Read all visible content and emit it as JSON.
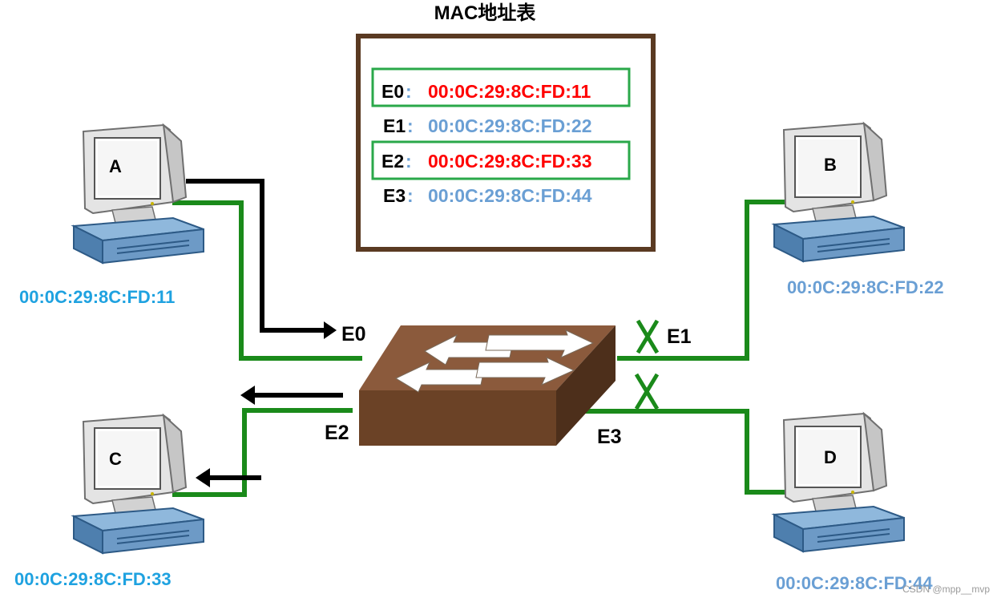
{
  "mac_table": {
    "title": "MAC地址表",
    "rows": [
      {
        "port": "E0",
        "mac": "00:0C:29:8C:FD:11",
        "highlighted": true
      },
      {
        "port": "E1",
        "mac": "00:0C:29:8C:FD:22",
        "highlighted": false
      },
      {
        "port": "E2",
        "mac": "00:0C:29:8C:FD:33",
        "highlighted": true
      },
      {
        "port": "E3",
        "mac": "00:0C:29:8C:FD:44",
        "highlighted": false
      }
    ]
  },
  "hosts": [
    {
      "name": "A",
      "mac": "00:0C:29:8C:FD:11"
    },
    {
      "name": "B",
      "mac": "00:0C:29:8C:FD:22"
    },
    {
      "name": "C",
      "mac": "00:0C:29:8C:FD:33"
    },
    {
      "name": "D",
      "mac": "00:0C:29:8C:FD:44"
    }
  ],
  "ports": {
    "e0": "E0",
    "e1": "E1",
    "e2": "E2",
    "e3": "E3"
  },
  "separator": ":",
  "watermark": "CSDN @mpp__mvp",
  "colors": {
    "link": "#1a8a1a",
    "arrow": "#000000",
    "highlight_box": "#2aa84a",
    "highlight_mac": "#ff0000",
    "normal_mac": "#6a9fd4",
    "host_label_ac": "#1fa2e0",
    "host_label_bd": "#6a9fd4",
    "table_border": "#5a3a22",
    "switch_top": "#8b5a3c",
    "switch_front": "#6b4226",
    "switch_side": "#4d2f1b"
  }
}
